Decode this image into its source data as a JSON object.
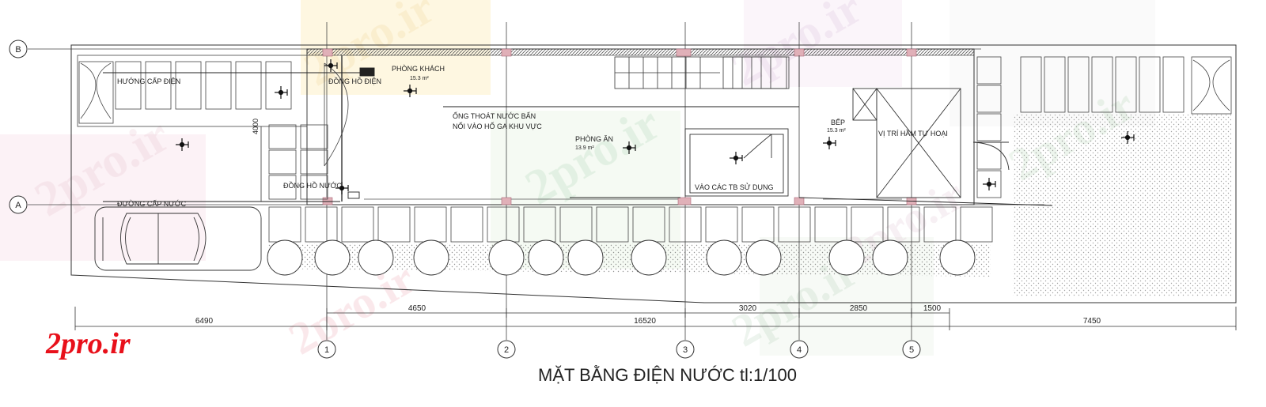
{
  "watermark": {
    "text": "2pro.ir",
    "logo_text": "2pro.ir",
    "logo_color": "#e8101a"
  },
  "title": "MẶT BẰNG ĐIỆN NƯỚC tl:1/100",
  "axes": {
    "rows": [
      {
        "id": "row-b",
        "label": "B"
      },
      {
        "id": "row-a",
        "label": "A"
      }
    ],
    "columns": [
      {
        "id": "col-1",
        "label": "1"
      },
      {
        "id": "col-2",
        "label": "2"
      },
      {
        "id": "col-3",
        "label": "3"
      },
      {
        "id": "col-4",
        "label": "4"
      },
      {
        "id": "col-5",
        "label": "5"
      }
    ]
  },
  "dimensions": {
    "top_row": [
      "4650",
      "3020",
      "2850",
      "1500"
    ],
    "bottom_row": [
      "6490",
      "16520",
      "7450"
    ],
    "vertical": "4000"
  },
  "labels": {
    "huong_cap_dien": "HƯỚNG CẤP ĐIỆN",
    "dong_ho_dien": "ĐỒNG HỒ ĐIỆN",
    "phong_khach": "PHÒNG KHÁCH",
    "phong_khach_area": "15.3 m²",
    "ong_thoat_1": "ỐNG THOÁT NƯỚC BẨN",
    "ong_thoat_2": "NỐI VÀO HỐ GA KHU VỰC",
    "phong_an": "PHÒNG ĂN",
    "phong_an_area": "13.9 m²",
    "bep": "BẾP",
    "bep_area": "15.3 m²",
    "vi_tri_ham": "VỊ TRÍ HẦM TỰ HOẠI",
    "dong_ho_nuoc": "ĐỒNG HỒ NƯỚC",
    "duong_cap_nuoc": "ĐƯỜNG CẤP NƯỚC",
    "vao_cac_tb": "VÀO CÁC TB SỬ DỤNG"
  },
  "colors": {
    "line": "#333333",
    "column": "#e0b0b8",
    "hatch": "#555555"
  }
}
